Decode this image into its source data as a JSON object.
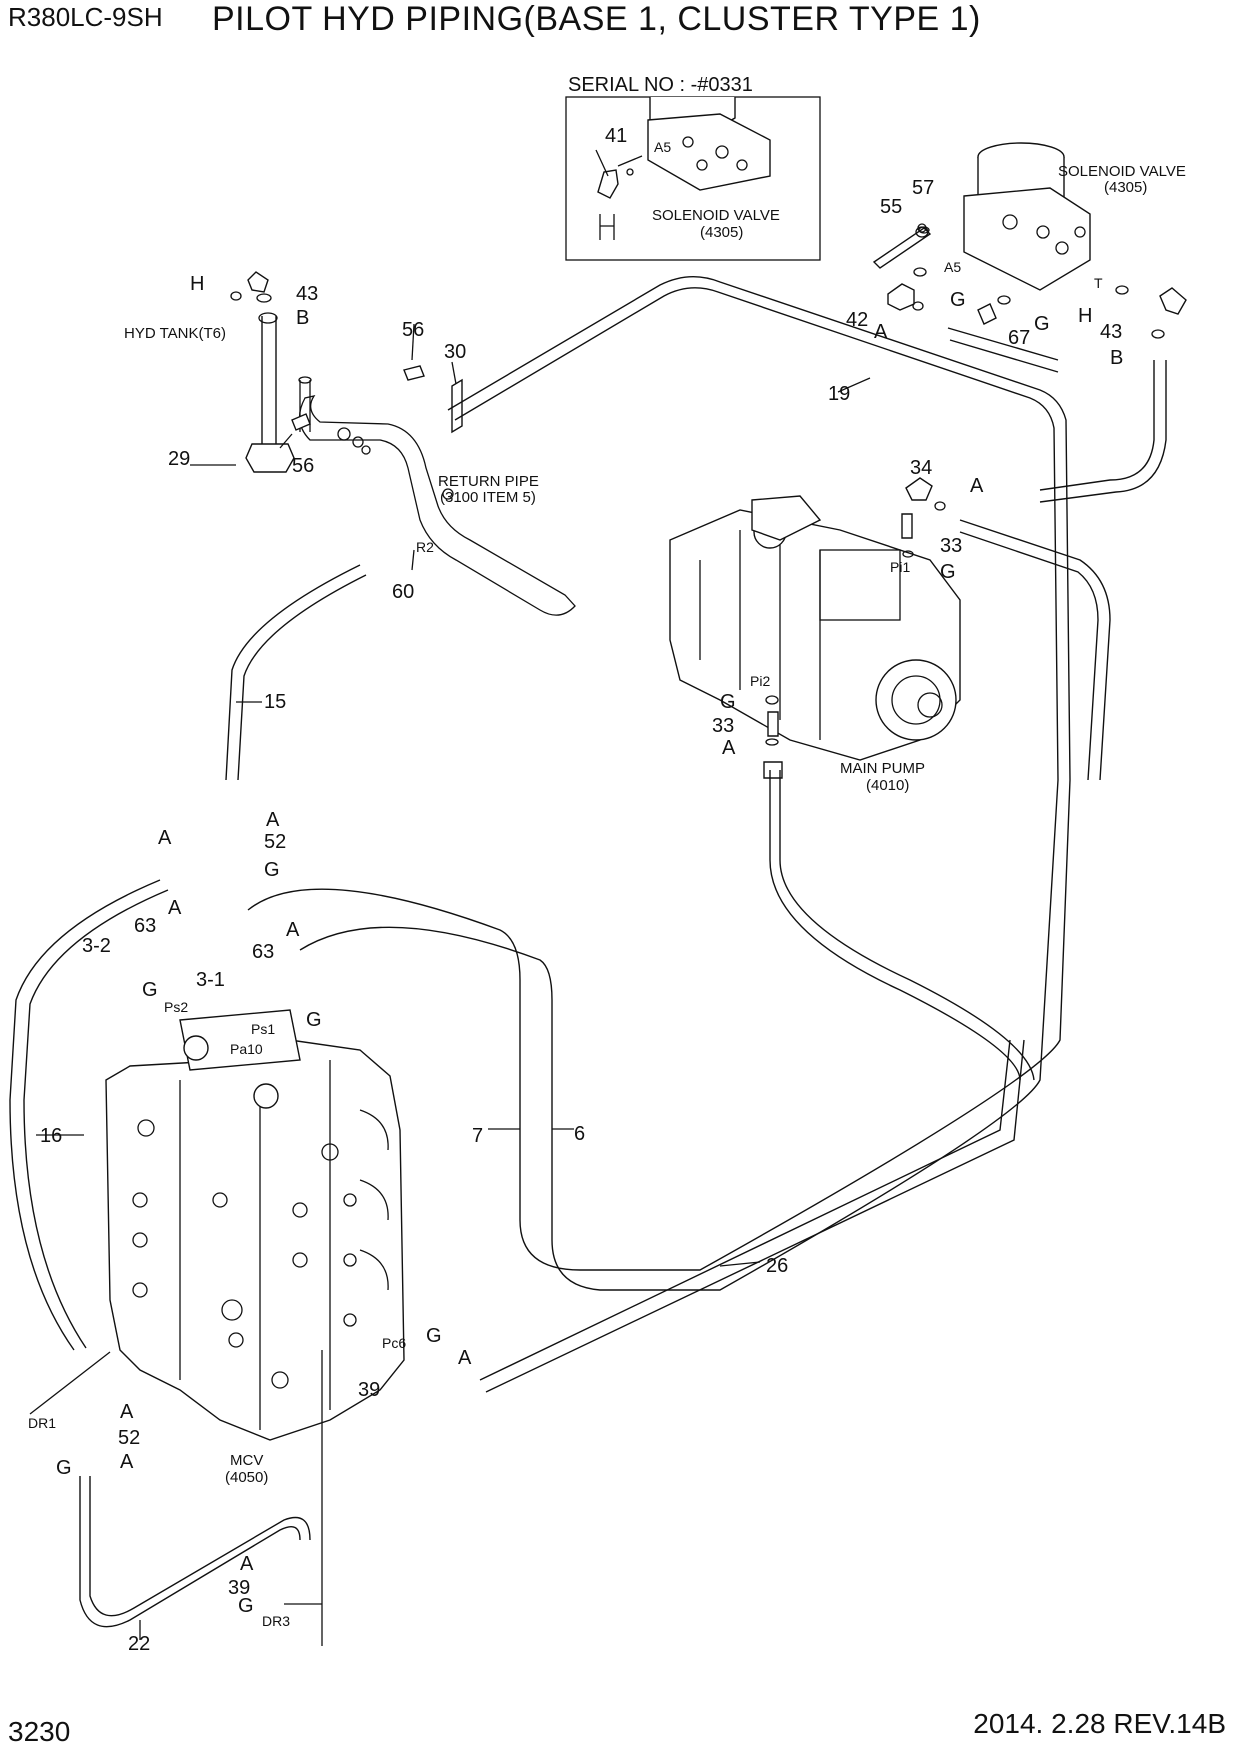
{
  "header": {
    "model": "R380LC-9SH",
    "title": "PILOT HYD PIPING(BASE 1, CLUSTER TYPE 1)"
  },
  "footer": {
    "page": "3230",
    "date_rev": "2014. 2.28  REV.14B"
  },
  "inset": {
    "serial": "SERIAL NO : -#0331",
    "part": "41",
    "port": "A5",
    "component": "SOLENOID VALVE",
    "component_ref": "(4305)"
  },
  "components": {
    "solenoid": {
      "name": "SOLENOID VALVE",
      "ref": "(4305)"
    },
    "return_pipe": {
      "name": "RETURN PIPE",
      "ref": "(3100 ITEM 5)"
    },
    "hyd_tank": {
      "name": "HYD TANK(T6)"
    },
    "main_pump": {
      "name": "MAIN PUMP",
      "ref": "(4010)"
    },
    "mcv": {
      "name": "MCV",
      "ref": "(4050)"
    }
  },
  "ports": {
    "a5": "A5",
    "t": "T",
    "r2": "R2",
    "pi1": "Pi1",
    "pi2": "Pi2",
    "ps2": "Ps2",
    "ps1": "Ps1",
    "pa10": "Pa10",
    "pc6": "Pc6",
    "dr1": "DR1",
    "dr3": "DR3"
  },
  "callouts": {
    "p55": "55",
    "p57": "57",
    "g_sol": "G",
    "p42": "42",
    "a_sol": "A",
    "p67": "67",
    "g_67": "G",
    "h_right": "H",
    "p43_right": "43",
    "b_right": "B",
    "h_left": "H",
    "p43_left": "43",
    "b_left": "B",
    "p56_top": "56",
    "p30": "30",
    "p29": "29",
    "p56_low": "56",
    "p19": "19",
    "p60": "60",
    "p15": "15",
    "p34": "34",
    "a_34": "A",
    "p33_top": "33",
    "g_pi1": "G",
    "g_pi2": "G",
    "p33_low": "33",
    "a_pump": "A",
    "a_15": "A",
    "p52_top": "52",
    "g_52": "G",
    "a_left": "A",
    "a_63a": "A",
    "p63a": "63",
    "p3_2": "3-2",
    "g_3_2": "G",
    "p3_1": "3-1",
    "p63b": "63",
    "a_63b": "A",
    "g_3_1": "G",
    "p16": "16",
    "p7": "7",
    "p6": "6",
    "p26": "26",
    "g_pc6": "G",
    "a_pc6": "A",
    "p39_right": "39",
    "a_dr1_top": "A",
    "p52_low": "52",
    "g_dr1": "G",
    "a_dr1_low": "A",
    "a_dr3": "A",
    "p39_low": "39",
    "g_dr3": "G",
    "p22": "22"
  }
}
